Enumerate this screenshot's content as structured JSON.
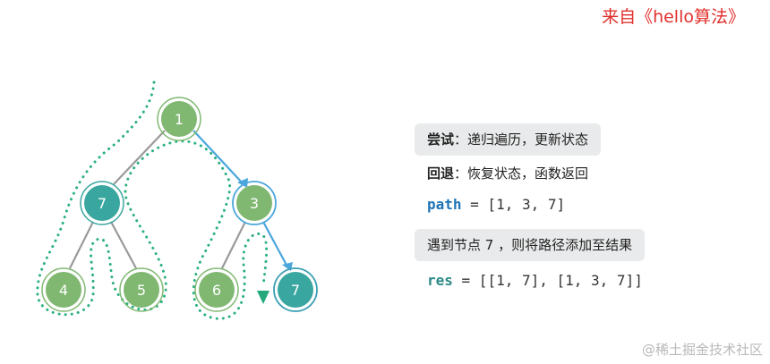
{
  "source": "来自《hello算法》",
  "watermark": "@稀土掘金技术社区",
  "colors": {
    "node_green": "#80b872",
    "node_teal": "#3aa6a0",
    "node_blue_teal": "#3b9fb5",
    "edge_gray": "#9a9a9a",
    "edge_blue": "#4aa6dc",
    "dotted_path": "#2bb07f",
    "pill_bg": "#e9eaeb",
    "source_red": "#e0302c"
  },
  "tree": {
    "nodes": [
      {
        "id": "n1",
        "label": "1",
        "state": "visited-path"
      },
      {
        "id": "n7a",
        "label": "7",
        "state": "teal"
      },
      {
        "id": "n3",
        "label": "3",
        "state": "visited-path"
      },
      {
        "id": "n4",
        "label": "4",
        "state": "plain"
      },
      {
        "id": "n5",
        "label": "5",
        "state": "plain"
      },
      {
        "id": "n6",
        "label": "6",
        "state": "plain"
      },
      {
        "id": "n7b",
        "label": "7",
        "state": "current"
      }
    ]
  },
  "panel": {
    "attempt_label": "尝试",
    "attempt_text": "：递归遍历，更新状态",
    "backtrack_label": "回退",
    "backtrack_text": "：恢复状态，函数返回",
    "path_var": "path",
    "path_value": " = [1, 3, 7]",
    "found_text": "遇到节点 7 ，则将路径添加至结果",
    "res_var": "res",
    "res_value": " = [[1, 7], [1, 3, 7]]"
  }
}
